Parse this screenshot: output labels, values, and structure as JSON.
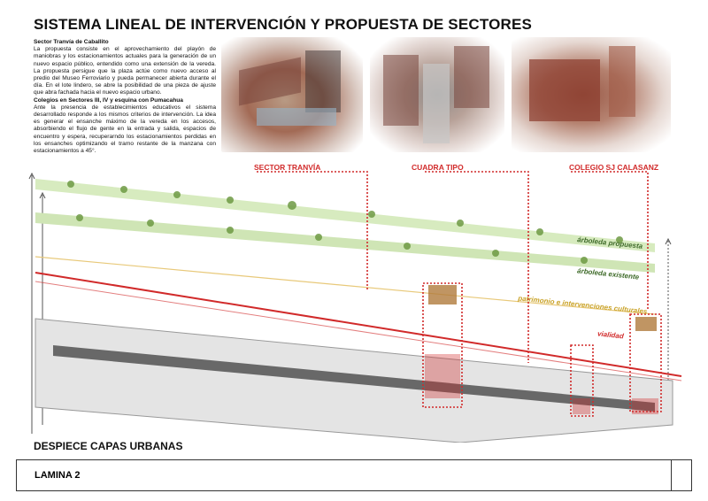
{
  "title": "SISTEMA LINEAL DE INTERVENCIÓN Y PROPUESTA DE SECTORES",
  "text": {
    "h1": "Sector Tranvía de Caballito",
    "p1": "La propuesta consiste en el aprovechamiento del playón de maniobras y los estacionamientos actuales para la generación de un nuevo espacio público, entendido como una extensión de la vereda. La propuesta persigue que la plaza actúe como nuevo acceso al predio del Museo Ferroviario y pueda permanecer abierta durante el día. En el lote lindero, se abre la posibilidad de una pieza de ajuste que abra fachada hacia el nuevo espacio urbano.",
    "h2": "Colegios en Sectores III, IV y esquina con Pumacahua",
    "p2": "Ante la presencia de establecimientos educativos el sistema desarrollado responde a los mismos criterios de intervención. La idea es generar el ensanche máximo de la vereda en los accesos, absorbiendo el flujo de gente en la entrada y salida, espacios de encuentro y espera, recuperarndo los estacionamientos perdidas en los ensanches optimizando el tramo restante de la manzana con estacionamientos a 45°."
  },
  "callouts": [
    "SECTOR TRANVÍA",
    "CUADRA TIPO",
    "COLEGIO SJ CALASANZ"
  ],
  "layers": {
    "proposed_trees": "árboleda propuesta",
    "existing_trees": "árboleda existente",
    "heritage": "patrimonio e intervenciones culturales",
    "roads": "vialidad"
  },
  "colors": {
    "accent": "#d12a2a",
    "green": "#8dbb55",
    "dark_green": "#3f6b2a",
    "heritage": "#c9a227"
  },
  "section_title": "DESPIECE CAPAS URBANAS",
  "lamina": "LAMINA 2"
}
